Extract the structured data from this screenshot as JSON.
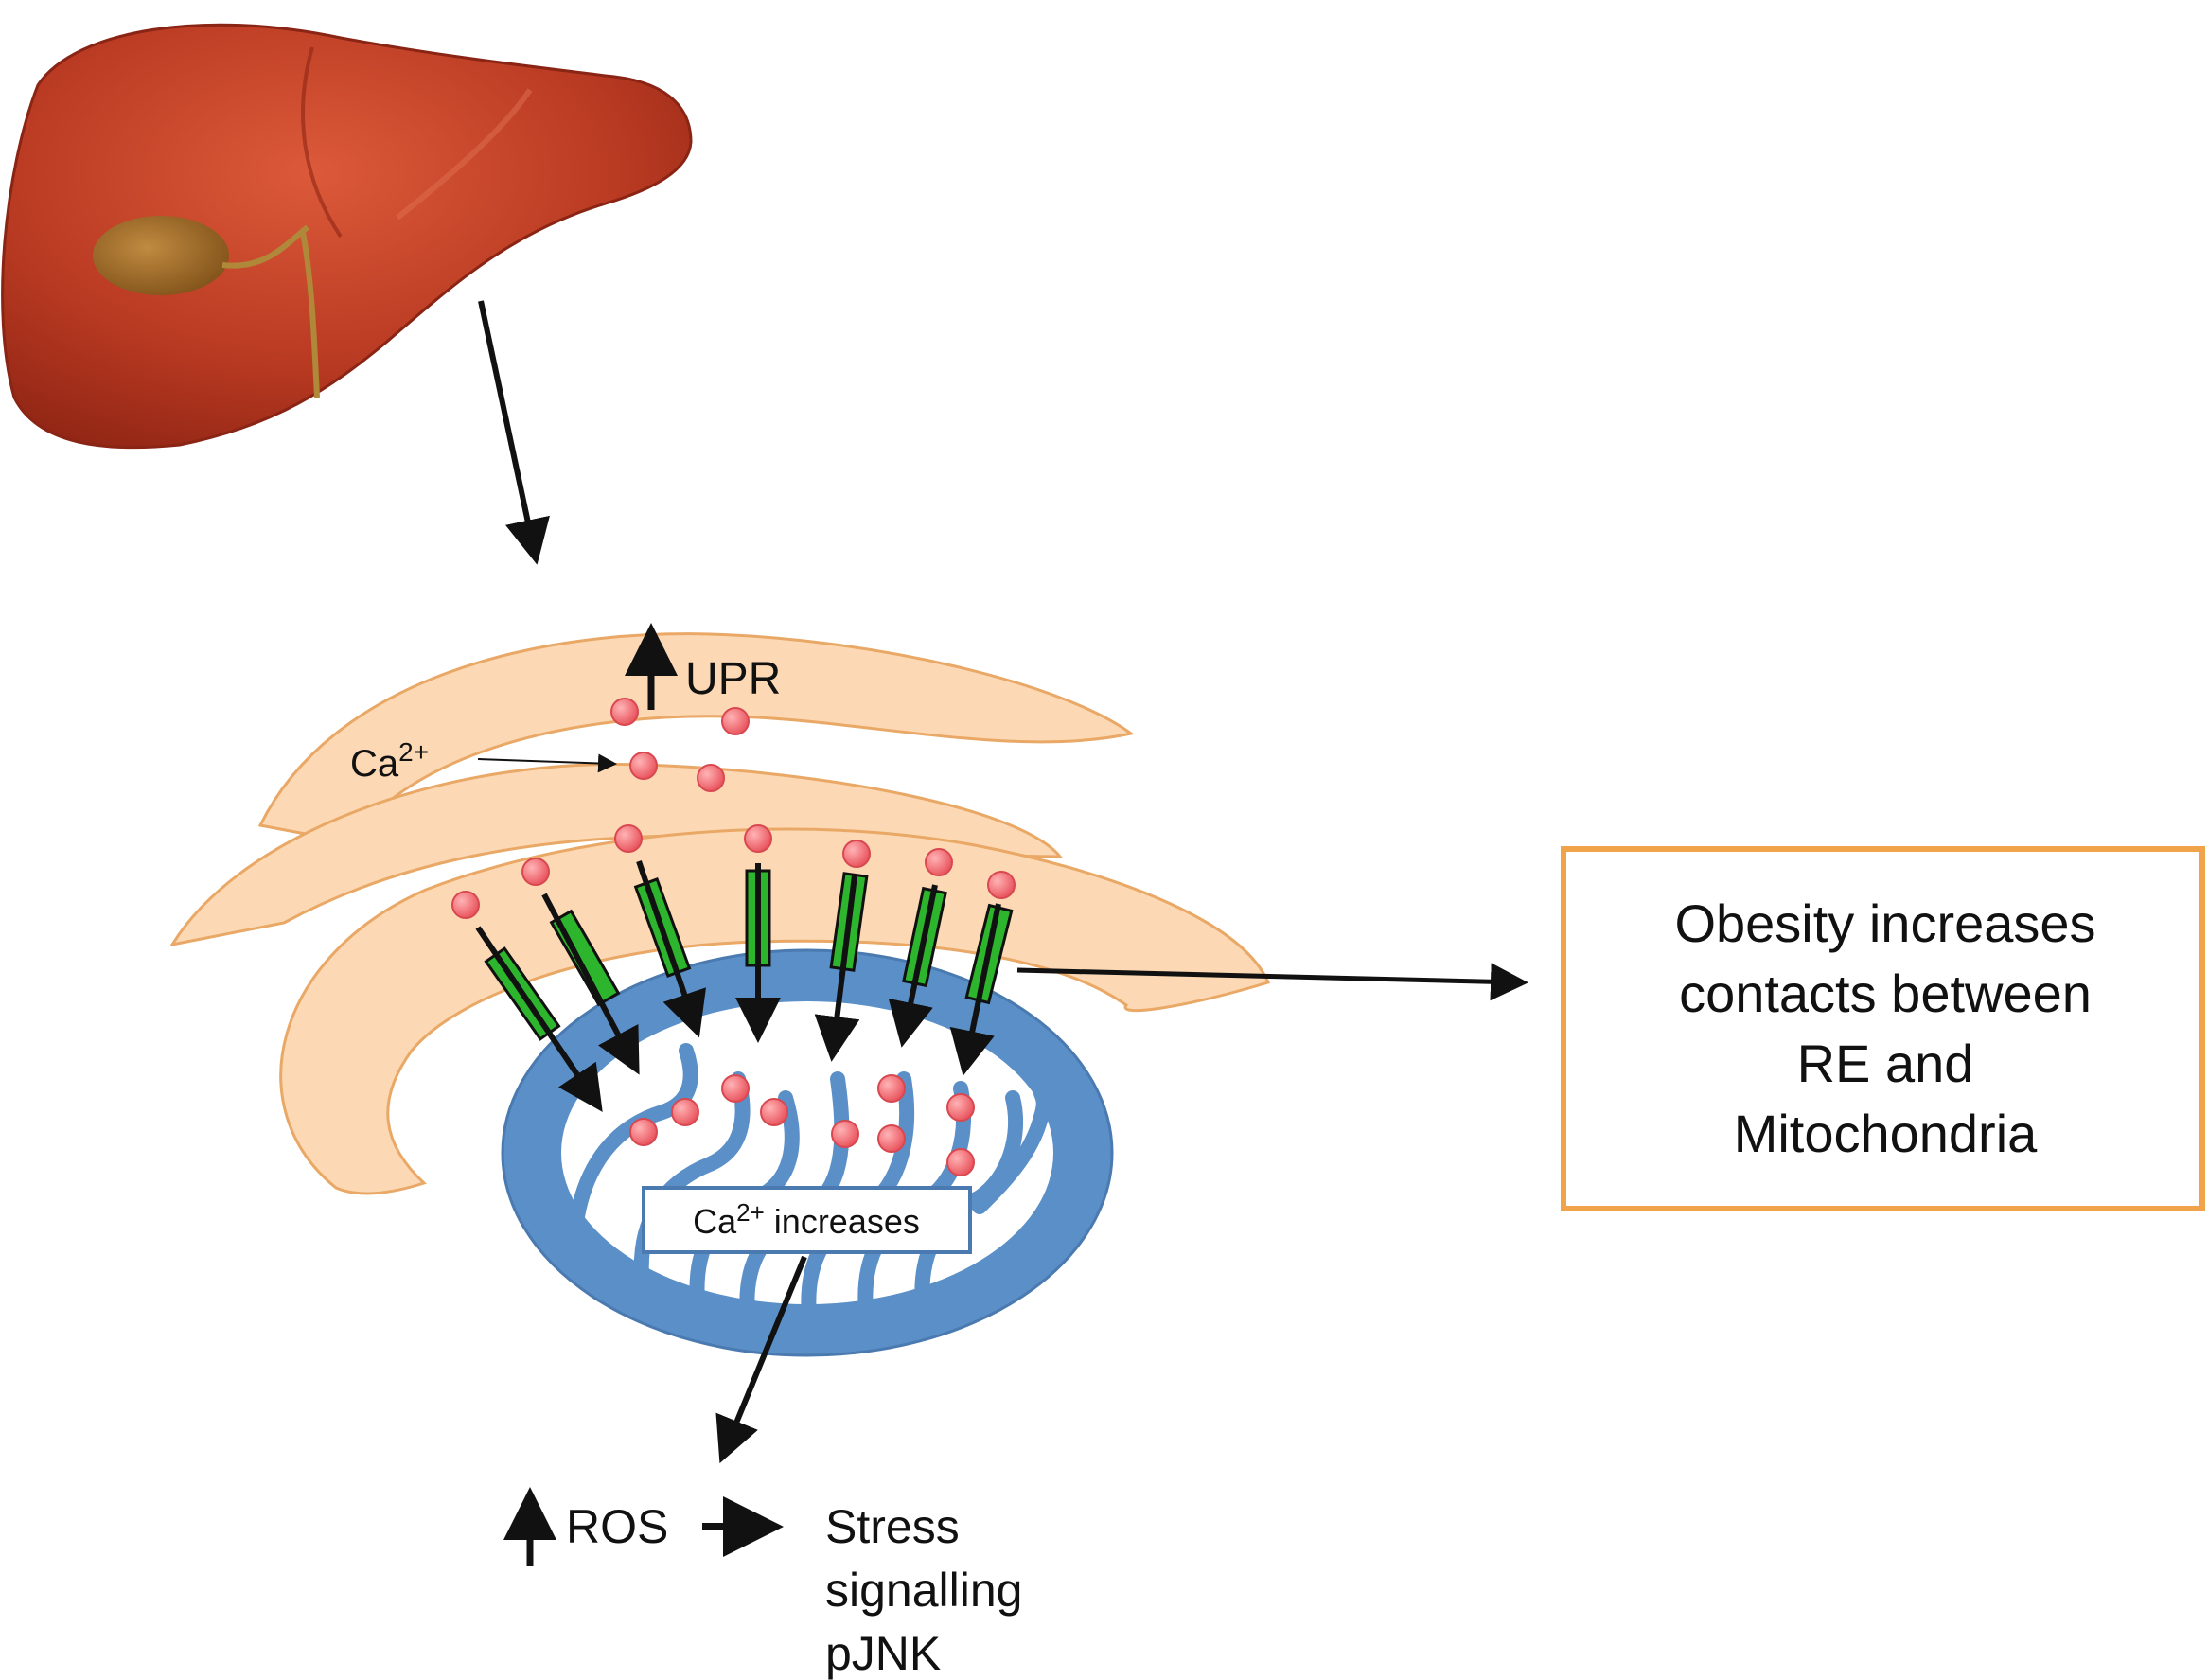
{
  "labels": {
    "upr": "UPR",
    "ca_prefix": "Ca",
    "ca_superscript": "2+",
    "ca_increases_prefix": "Ca",
    "ca_increases_superscript": "2+",
    "ca_increases_suffix": " increases",
    "ros": "ROS",
    "stress_line1": "Stress",
    "stress_line2": "signalling",
    "stress_line3": "pJNK"
  },
  "box": {
    "line1": "Obesity increases",
    "line2": "contacts between",
    "line3": "RE and",
    "line4": "Mitochondria"
  },
  "colors": {
    "liver": "#b93a22",
    "gallbladder": "#9a6a28",
    "er_fill": "#fcd9b4",
    "er_stroke": "#e9a866",
    "mito_blue": "#5a8fc8",
    "calcium": "#ef6c72",
    "channel_green": "#2db52d",
    "box_border": "#f0a348"
  }
}
